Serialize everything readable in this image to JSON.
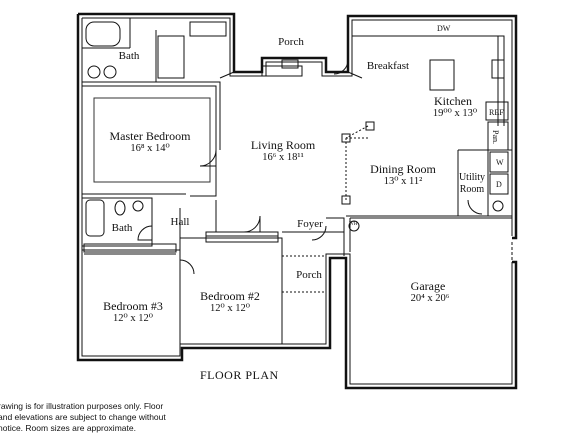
{
  "rooms": {
    "bath_top": {
      "name": "Bath"
    },
    "porch_top": {
      "name": "Porch"
    },
    "breakfast": {
      "name": "Breakfast"
    },
    "master_bedroom": {
      "name": "Master Bedroom",
      "size": "16⁸ x 14⁰"
    },
    "living_room": {
      "name": "Living Room",
      "size": "16⁶ x 18¹¹"
    },
    "kitchen": {
      "name": "Kitchen",
      "size": "19⁰⁰ x 13⁰"
    },
    "dining_room": {
      "name": "Dining Room",
      "size": "13⁰ x 11²"
    },
    "utility_room": {
      "name": "Utility\nRoom"
    },
    "hall": {
      "name": "Hall"
    },
    "bath_mid": {
      "name": "Bath"
    },
    "foyer": {
      "name": "Foyer"
    },
    "porch_front": {
      "name": "Porch"
    },
    "bedroom3": {
      "name": "Bedroom #3",
      "size": "12⁰ x 12⁰"
    },
    "bedroom2": {
      "name": "Bedroom #2",
      "size": "12⁰ x 12⁰"
    },
    "garage": {
      "name": "Garage",
      "size": "20⁴ x 20⁶"
    }
  },
  "fixtures": {
    "dishwasher": "DW",
    "refrigerator": "REF",
    "pantry": "Pan.",
    "washer": "W",
    "dryer": "D",
    "water_heater": "WH"
  },
  "title": "FLOOR PLAN",
  "disclaimer": "rawing is for illustration purposes only. Floor\nand elevations are subject to change without\nnotice. Room sizes are approximate."
}
